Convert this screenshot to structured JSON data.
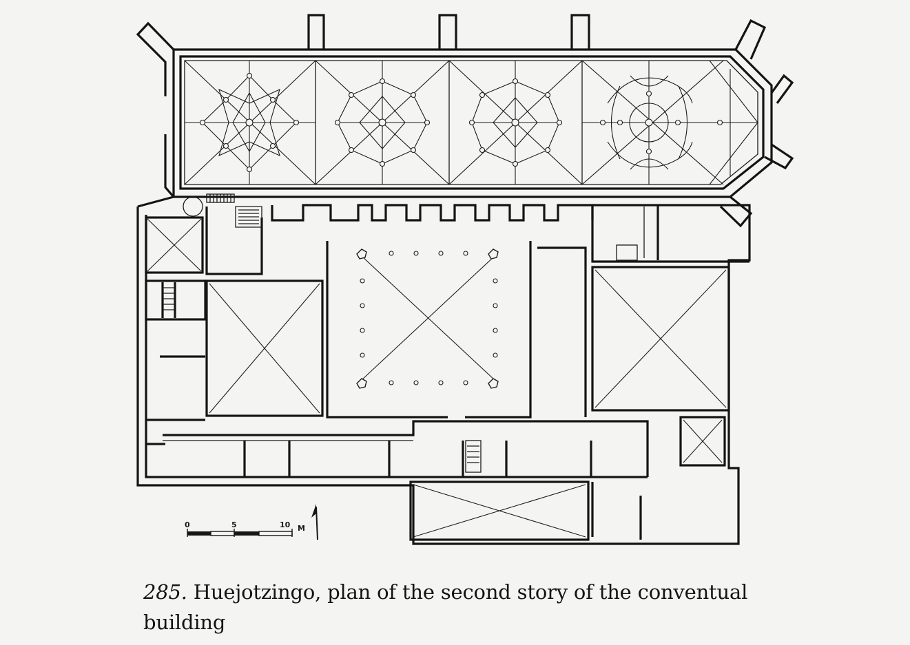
{
  "figure": {
    "number": "285.",
    "caption_text": " Huejotzingo, plan of the second story of the conventual building"
  },
  "scale_bar": {
    "label_0": "0",
    "label_5": "5",
    "label_10": "10",
    "unit": "M"
  },
  "colors": {
    "ink": "#141414",
    "paper": "#f4f4f2"
  },
  "icons": {
    "north": "north-arrow-icon"
  }
}
